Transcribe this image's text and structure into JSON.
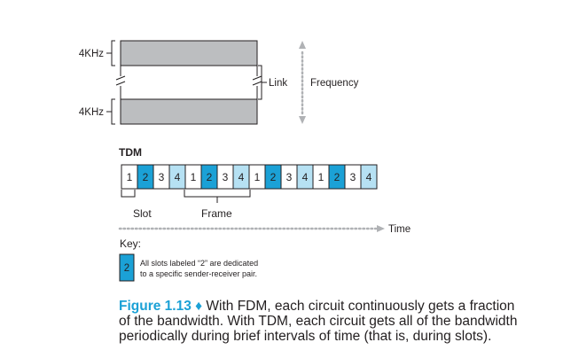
{
  "fdm": {
    "bandwidth_top": "4KHz",
    "bandwidth_bottom": "4KHz",
    "link_label": "Link",
    "frequency_label": "Frequency"
  },
  "tdm": {
    "title": "TDM",
    "slots": [
      "1",
      "2",
      "3",
      "4",
      "1",
      "2",
      "3",
      "4",
      "1",
      "2",
      "3",
      "4",
      "1",
      "2",
      "3",
      "4"
    ],
    "highlighted_slot": "2",
    "slot_label": "Slot",
    "frame_label": "Frame",
    "time_label": "Time"
  },
  "key": {
    "title": "Key:",
    "sample_slot": "2",
    "line1": "All slots labeled “2” are dedicated",
    "line2": "to a specific sender-receiver pair."
  },
  "caption": {
    "figure_label": "Figure 1.13",
    "separator": "♦",
    "line1": "With FDM, each circuit continuously gets a fraction",
    "line2": "of the bandwidth. With TDM, each circuit gets all of the bandwidth",
    "line3": "periodically during brief intervals of time (that is, during slots)."
  },
  "colors": {
    "channel_gray": "#bcbec0",
    "slot_highlight": "#1ba1d6",
    "slot_light": "#b6e1f3",
    "slot_white": "#ffffff",
    "caption_accent": "#1ba1d6",
    "arrow_gray": "#b0b2b5",
    "text": "#231f20"
  }
}
